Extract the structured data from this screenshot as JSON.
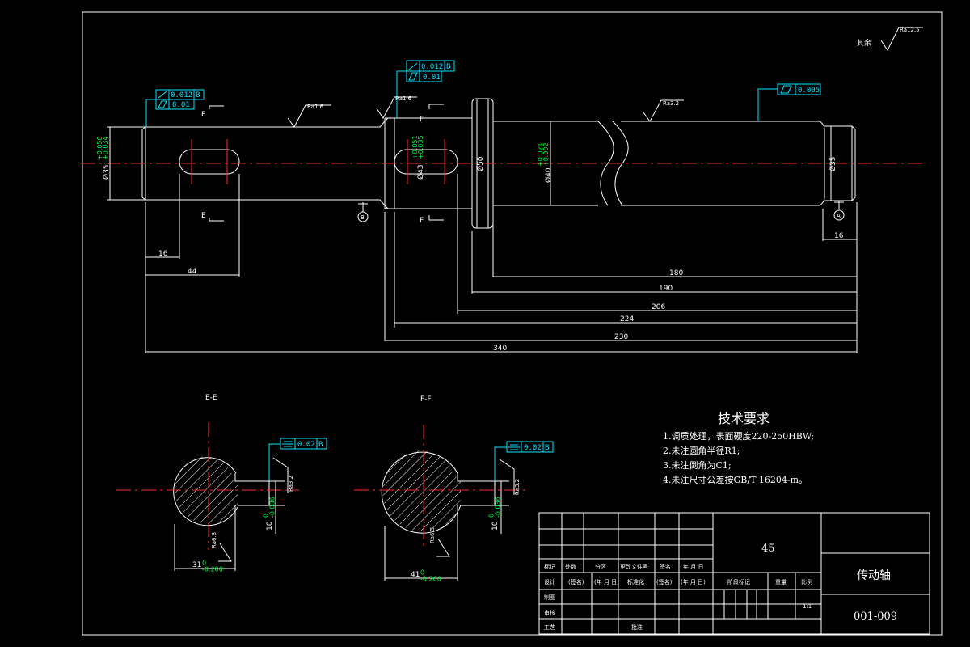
{
  "roughness": {
    "remainder_label": "其余",
    "remainder_value": "Ra12.5",
    "r1": "Ra1.6",
    "r2": "Ra1.6",
    "r3": "Ra3.2",
    "sec_e_side": "Ra3.2",
    "sec_e_bottom": "Ra6.3",
    "sec_f_side": "Ra3.2",
    "sec_f_bottom": "Ra6.3"
  },
  "tolerance_frames": {
    "left_top": "0.012",
    "left_top_datum": "B",
    "left_bottom": "0.01",
    "mid_top": "0.012",
    "mid_top_datum": "B",
    "mid_bottom": "0.01",
    "right": "0.005",
    "sec_e": "0.02",
    "sec_e_datum": "B",
    "sec_f": "0.02",
    "sec_f_datum": "B"
  },
  "datums": {
    "a": "A",
    "b": "B"
  },
  "section_marks": {
    "e": "E",
    "f": "F"
  },
  "diameters": {
    "left": "Ø35",
    "left_tol_top": "+0.050",
    "left_tol_bottom": "+0.034",
    "mid": "Ø43",
    "mid_tol_top": "+0.051",
    "mid_tol_bottom": "+0.035",
    "collar": "Ø50",
    "body": "Ø40",
    "body_tol_top": "+0.021",
    "body_tol_bottom": "+0.002",
    "right": "Ø35"
  },
  "dimensions": {
    "d16_left": "16",
    "d44": "44",
    "d16_right": "16",
    "d180": "180",
    "d190": "190",
    "d206": "206",
    "d224": "224",
    "d230": "230",
    "d340": "340"
  },
  "sections": {
    "e_title": "E-E",
    "f_title": "F-F",
    "e_depth": "10",
    "e_depth_tol": "0\n-0.036",
    "e_width": "31",
    "e_width_tol": "0\n-0.200",
    "f_depth": "10",
    "f_depth_tol": "0\n-0.036",
    "f_width": "41",
    "f_width_tol": "0\n-0.200"
  },
  "tech_requirements": {
    "title": "技术要求",
    "items": [
      "1.调质处理，表面硬度220-250HBW;",
      "2.未注圆角半径R1;",
      "3.未注倒角为C1;",
      "4.未注尺寸公差按GB/T 16204-m。"
    ]
  },
  "title_block": {
    "material": "45",
    "part_name": "传动轴",
    "drawing_number": "001-009",
    "scale_value": "1:1",
    "header_labels": [
      "标记",
      "处数",
      "分区",
      "更改文件号",
      "签名",
      "年 月 日"
    ],
    "design_row": [
      "设计",
      "(签名)",
      "(年 月 日)",
      "标准化",
      "(签名)",
      "(年 月 日)"
    ],
    "stage_label": "阶段标记",
    "weight_label": "重量",
    "scale_label": "比例",
    "draw_label": "制图",
    "check_label": "审核",
    "process_label": "工艺",
    "approve_label": "批准"
  }
}
